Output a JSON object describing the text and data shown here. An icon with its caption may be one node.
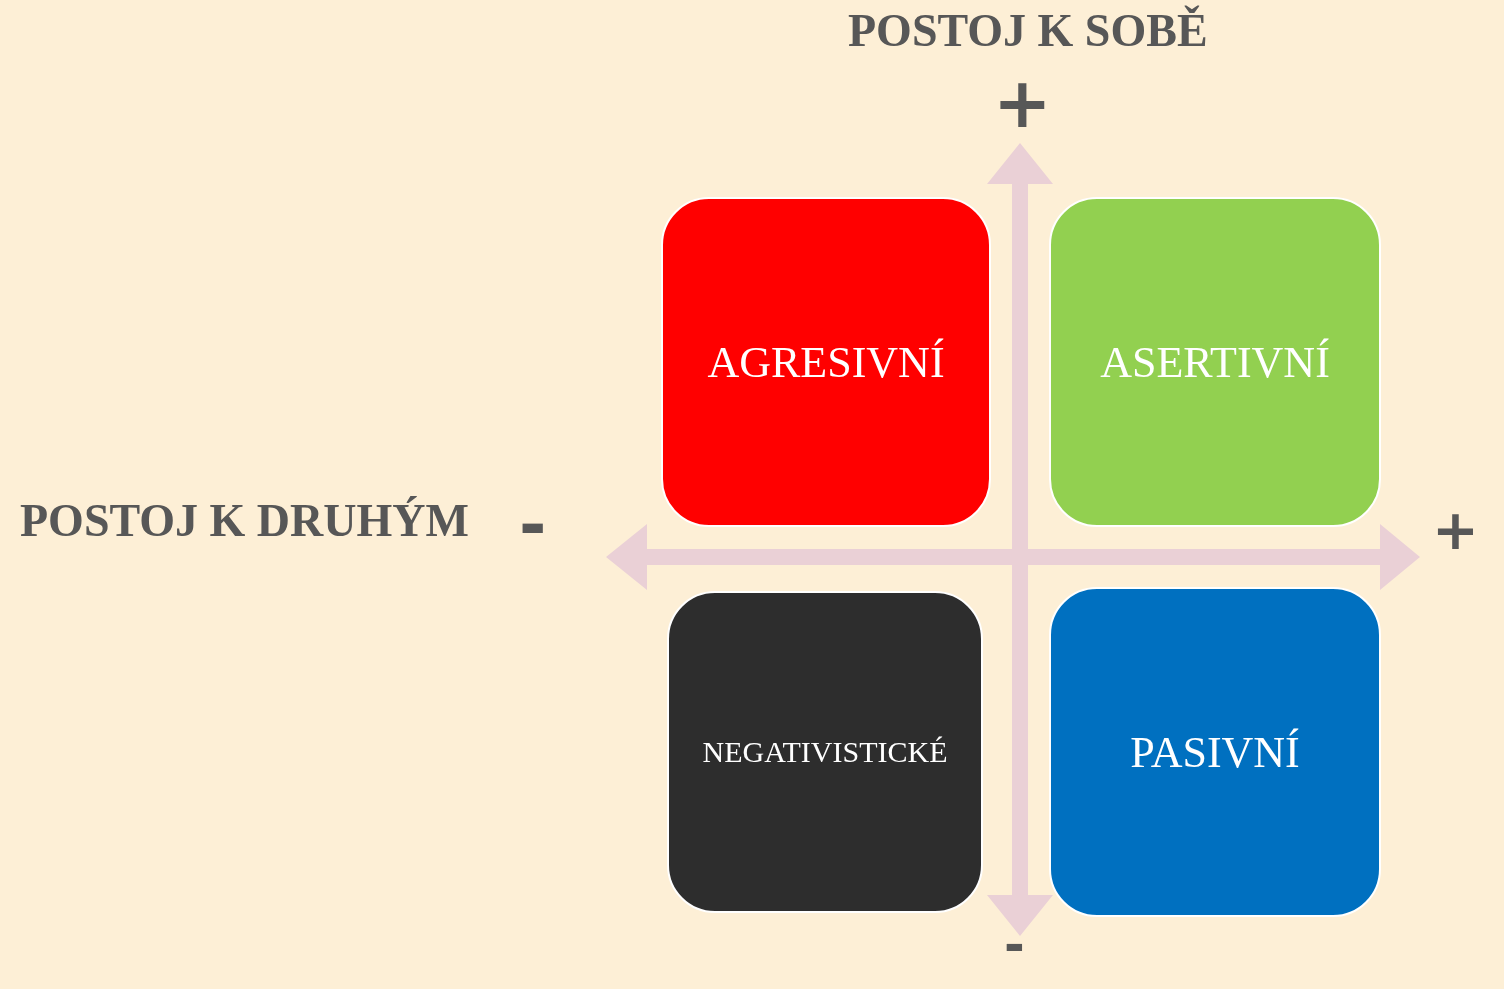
{
  "diagram": {
    "nodes": [
      {
        "text": [
          "AGRESIVNÍ"
        ]
      },
      {
        "text": [
          "ASERTIVNÍ"
        ]
      },
      {
        "text": [
          "NEGATIVISTICKÉ"
        ]
      },
      {
        "text": [
          "PASIVNÍ"
        ]
      }
    ],
    "labels": [
      "POSTOJ K SOBĚ",
      "+",
      "POSTOJ K DRUHÝM",
      "-",
      "+",
      "-"
    ]
  }
}
